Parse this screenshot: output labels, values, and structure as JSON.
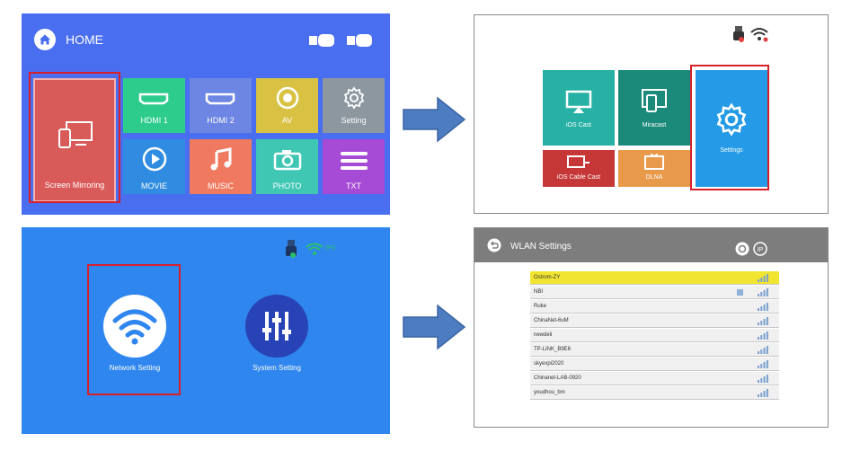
{
  "panel_home": {
    "title": "HOME",
    "tiles": [
      {
        "label": "Screen Mirroring",
        "icon": "screen-mirroring-icon",
        "color": "#d95b59"
      },
      {
        "label": "HDMI 1",
        "icon": "hdmi-icon",
        "color": "#2dcc8c"
      },
      {
        "label": "HDMI 2",
        "icon": "hdmi-icon",
        "color": "#6d86e3"
      },
      {
        "label": "AV",
        "icon": "av-icon",
        "color": "#d9c243"
      },
      {
        "label": "Setting",
        "icon": "gear-icon",
        "color": "#8c97a0"
      },
      {
        "label": "MOVIE",
        "icon": "play-icon",
        "color": "#2f8ce0"
      },
      {
        "label": "MUSIC",
        "icon": "music-icon",
        "color": "#f07a5f"
      },
      {
        "label": "PHOTO",
        "icon": "camera-icon",
        "color": "#3fc7b4"
      },
      {
        "label": "TXT",
        "icon": "list-icon",
        "color": "#a54bd6"
      }
    ],
    "background": "#4a6ef0"
  },
  "panel_mirror": {
    "tiles": [
      {
        "label": "iOS Cast",
        "icon": "airplay-icon",
        "color": "#27b1a4"
      },
      {
        "label": "Miracast",
        "icon": "miracast-icon",
        "color": "#1c8a7b"
      },
      {
        "label": "Settings",
        "icon": "gear-icon",
        "color": "#259be7"
      },
      {
        "label": "iOS Cable Cast",
        "icon": "cable-cast-icon",
        "color": "#c63838"
      },
      {
        "label": "DLNA",
        "icon": "tv-icon",
        "color": "#e89a4a"
      }
    ]
  },
  "panel_settings": {
    "items": [
      {
        "label": "Network Setting",
        "icon": "wifi-icon"
      },
      {
        "label": "System Setting",
        "icon": "sliders-icon"
      }
    ],
    "status_label": "IPS",
    "background": "#2f86ee"
  },
  "panel_wlan": {
    "title": "WLAN Settings",
    "header_color": "#7d7d7d",
    "networks": [
      "Ostrom-ZY",
      "NBI",
      "Ruke",
      "ChinaNet-6uM",
      "newdeli",
      "TP-LINK_B9E6",
      "skyexpi2020",
      "Chinanet-LAB-0920",
      "youdhou_bm"
    ]
  }
}
